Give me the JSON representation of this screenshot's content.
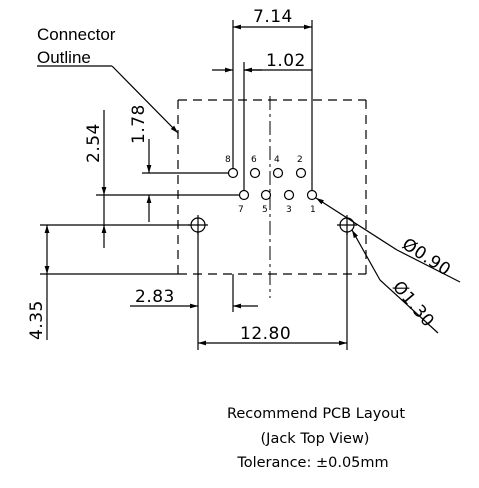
{
  "connector_label": {
    "line1": "Connector",
    "line2": "Outline"
  },
  "dimensions": {
    "d_714": "7.14",
    "d_102": "1.02",
    "d_254": "2.54",
    "d_178": "1.78",
    "d_435": "4.35",
    "d_283": "2.83",
    "d_1280": "12.80",
    "dia_090": "Ø0.90",
    "dia_130": "Ø1.30"
  },
  "pins": {
    "p8": "8",
    "p6": "6",
    "p4": "4",
    "p2": "2",
    "p7": "7",
    "p5": "5",
    "p3": "3",
    "p1": "1"
  },
  "note": {
    "line1": "Recommend PCB Layout",
    "line2": "(Jack Top View)",
    "line3": "Tolerance: ±0.05mm"
  }
}
